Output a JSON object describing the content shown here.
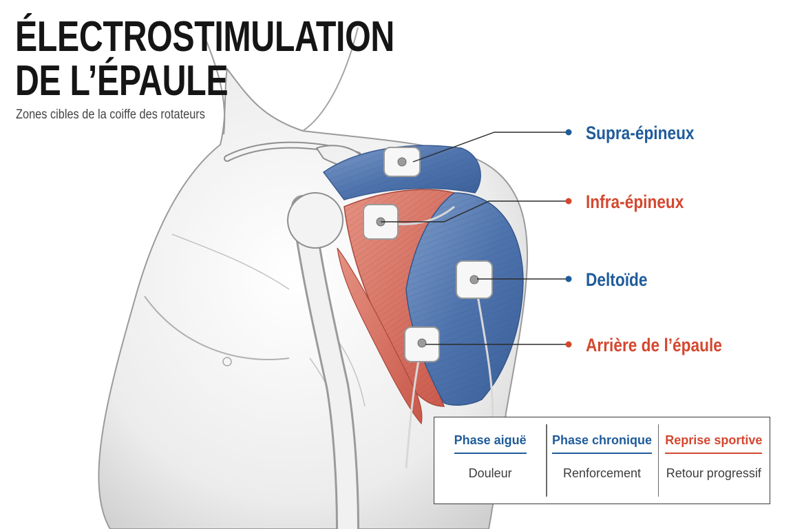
{
  "header": {
    "title_line1": "ÉLECTROSTIMULATION",
    "title_line2": "DE L’ÉPAULE",
    "subtitle": "Zones cibles de la coiffe des rotateurs"
  },
  "labels": [
    {
      "text": "Supra-épineux",
      "color": "#1f5b9a"
    },
    {
      "text": "Infra-épineux",
      "color": "#d4472f"
    },
    {
      "text": "Deltoïde",
      "color": "#1f5b9a"
    },
    {
      "text": "Arrière de l’épaule",
      "color": "#d4472f"
    }
  ],
  "phases": [
    {
      "title": "Phase aiguë",
      "desc": "Douleur",
      "color": "#1f5b9a"
    },
    {
      "title": "Phase chronique",
      "desc": "Renforcement",
      "color": "#1f5b9a"
    },
    {
      "title": "Reprise sportive",
      "desc": "Retour progressif",
      "color": "#d4472f"
    }
  ],
  "colors": {
    "muscle_blue": "#4f74ad",
    "muscle_red": "#d3685a",
    "text_dark": "#151515"
  },
  "icons": [
    "electrode-pad-icon",
    "leader-dot-icon"
  ]
}
